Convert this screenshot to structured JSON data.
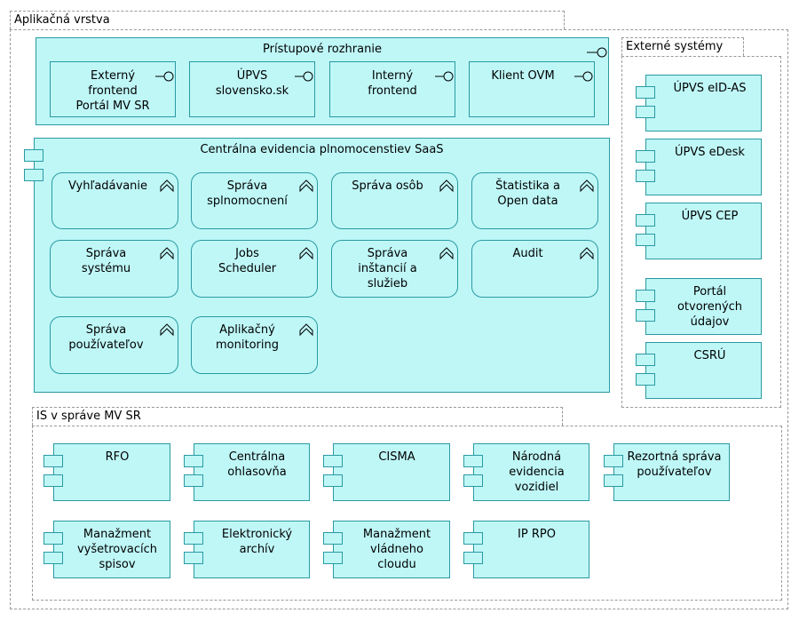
{
  "app_layer": {
    "title": "Aplikačná vrstva"
  },
  "access": {
    "title": "Prístupové rozhranie",
    "items": [
      {
        "label": "Externý\nfrontend\nPortál MV SR"
      },
      {
        "label": "ÚPVS\nslovensko.sk"
      },
      {
        "label": "Interný\nfrontend"
      },
      {
        "label": "Klient OVM"
      }
    ]
  },
  "cep": {
    "title": "Centrálna evidencia plnomocenstiev SaaS",
    "services": [
      {
        "label": "Vyhľadávanie"
      },
      {
        "label": "Správa\nsplnomocnení"
      },
      {
        "label": "Správa osôb"
      },
      {
        "label": "Štatistika a\nOpen data"
      },
      {
        "label": "Správa\nsystému"
      },
      {
        "label": "Jobs\nScheduler"
      },
      {
        "label": "Správa\ninštancií a\nslužieb"
      },
      {
        "label": "Audit"
      },
      {
        "label": "Správa\npoužívateľov"
      },
      {
        "label": "Aplikačný\nmonitoring"
      }
    ]
  },
  "external": {
    "title": "Externé systémy",
    "items": [
      {
        "label": "ÚPVS eID-AS"
      },
      {
        "label": "ÚPVS eDesk"
      },
      {
        "label": "ÚPVS CEP"
      },
      {
        "label": "Portál\notvorených\núdajov"
      },
      {
        "label": "CSRÚ"
      }
    ]
  },
  "mvsr": {
    "title": "IS v správe MV SR",
    "items": [
      {
        "label": "RFO"
      },
      {
        "label": "Centrálna\nohlasovňa"
      },
      {
        "label": "CISMA"
      },
      {
        "label": "Národná\nevidencia\nvozidiel"
      },
      {
        "label": "Rezortná správa\npoužívateľov"
      },
      {
        "label": "Manažment\nvyšetrovacích\nspisov"
      },
      {
        "label": "Elektronický\narchív"
      },
      {
        "label": "Manažment\nvládneho\ncloudu"
      },
      {
        "label": "IP RPO"
      }
    ]
  }
}
